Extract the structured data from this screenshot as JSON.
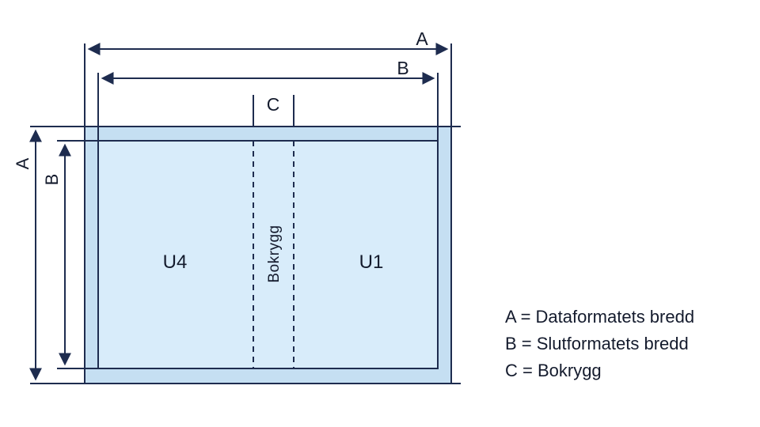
{
  "diagram": {
    "top": {
      "label_a": "A",
      "label_b": "B",
      "label_c": "C"
    },
    "left": {
      "label_a": "A",
      "label_b": "B"
    },
    "panels": {
      "back_cover": "U4",
      "spine": "Bokrygg",
      "front_cover": "U1"
    },
    "legend": [
      "A = Dataformatets bredd",
      "B = Slutformatets bredd",
      "C = Bokrygg"
    ],
    "colors": {
      "line": "#1e2c4f",
      "text": "#141b2d",
      "bleed_fill": "#c5dff2",
      "page_fill": "#d8ecfa"
    }
  }
}
